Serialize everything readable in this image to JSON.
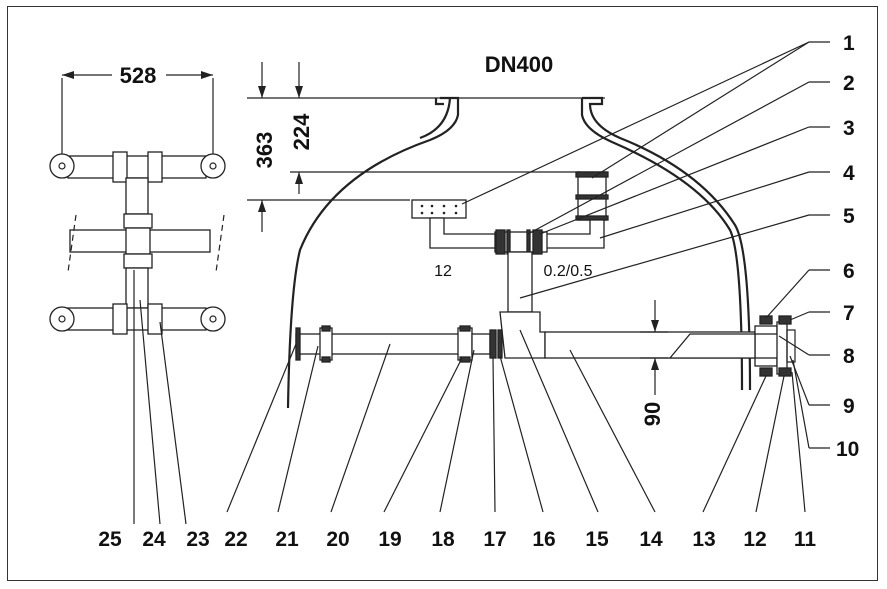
{
  "title": "DN400",
  "dimensions": {
    "width_top": "528",
    "height_a": "363",
    "height_b": "224",
    "height_c": "90"
  },
  "annotations": {
    "left_pipe": "12",
    "right_pipe": "0.2/0.5"
  },
  "right_labels": [
    "1",
    "2",
    "3",
    "4",
    "5",
    "6",
    "7",
    "8",
    "9",
    "10"
  ],
  "bottom_labels": [
    "25",
    "24",
    "23",
    "22",
    "21",
    "20",
    "19",
    "18",
    "17",
    "16",
    "15",
    "14",
    "13",
    "12",
    "11"
  ]
}
